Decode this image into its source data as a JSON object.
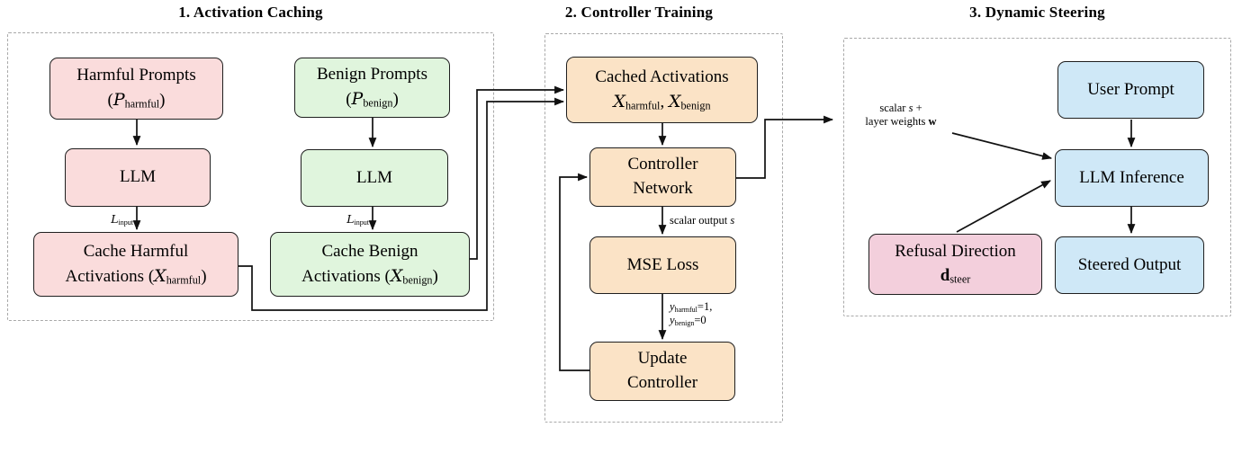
{
  "sections": [
    {
      "title": "1. Activation Caching"
    },
    {
      "title": "2. Controller Training"
    },
    {
      "title": "3. Dynamic Steering"
    }
  ],
  "nodes": {
    "harmful_prompts": {
      "line1": "Harmful Prompts",
      "open": "(",
      "sym": "P",
      "sub": "harmful",
      "close": ")"
    },
    "benign_prompts": {
      "line1": "Benign Prompts",
      "open": "(",
      "sym": "P",
      "sub": "benign",
      "close": ")"
    },
    "llm_harmful": {
      "label": "LLM"
    },
    "llm_benign": {
      "label": "LLM"
    },
    "cache_harmful": {
      "line1": "Cache Harmful",
      "pre": "Activations (",
      "sym": "X",
      "sub": "harmful",
      "close": ")"
    },
    "cache_benign": {
      "line1": "Cache Benign",
      "pre": "Activations (",
      "sym": "X",
      "sub": "benign",
      "close": ")"
    },
    "cached_activations": {
      "line1": "Cached Activations",
      "sym1": "X",
      "sub1": "harmful",
      "sep": ", ",
      "sym2": "X",
      "sub2": "benign"
    },
    "controller_network": {
      "line1": "Controller",
      "line2": "Network"
    },
    "mse_loss": {
      "label": "MSE Loss"
    },
    "update_controller": {
      "line1": "Update",
      "line2": "Controller"
    },
    "user_prompt": {
      "label": "User Prompt"
    },
    "llm_inference": {
      "label": "LLM Inference"
    },
    "refusal_direction": {
      "line1": "Refusal Direction",
      "sym": "d",
      "sub": "steer"
    },
    "steered_output": {
      "label": "Steered Output"
    }
  },
  "edge_labels": {
    "l_input_harmful": {
      "sym": "L",
      "sub": "input"
    },
    "l_input_benign": {
      "sym": "L",
      "sub": "input"
    },
    "scalar_output": {
      "pre": "scalar output ",
      "var": "s"
    },
    "mse_targets": {
      "y": "y",
      "sub1": "harmful",
      "eq1": "=1,",
      "sub2": "benign",
      "eq2": "=0"
    },
    "steering_params": {
      "l1_pre": "scalar ",
      "l1_var": "s",
      "l1_post": " +",
      "l2_pre": "layer weights ",
      "l2_var": "w"
    }
  },
  "colors": {
    "harmful-fill": "#fadcdc",
    "benign-fill": "#e0f5dd",
    "training-fill": "#fbe3c6",
    "steering-fill": "#cfe8f7",
    "refusal-fill": "#f3cfdc",
    "node-border": "#1f1f1f",
    "frame-border": "#a9a9a9",
    "wire": "#111111"
  }
}
